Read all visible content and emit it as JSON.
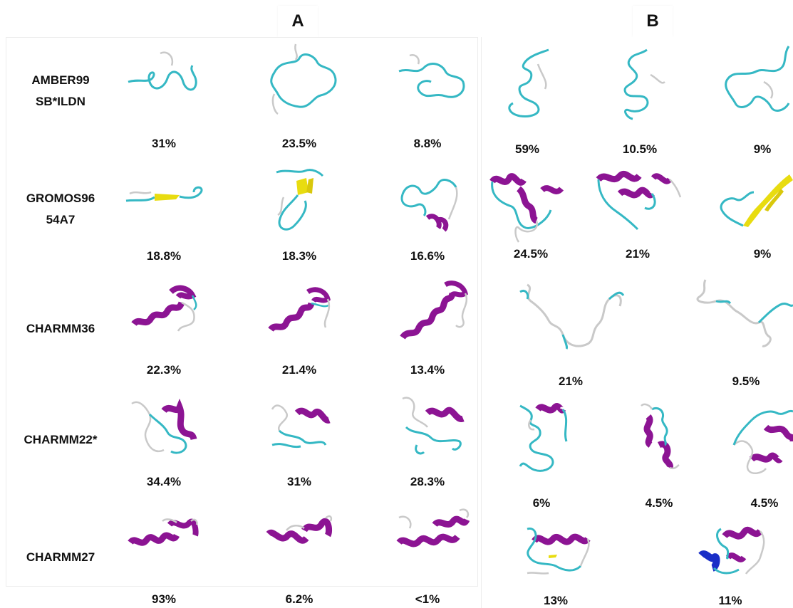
{
  "panels": {
    "a": "A",
    "b": "B"
  },
  "rows": [
    {
      "label_lines": [
        "AMBER99",
        "SB*ILDN"
      ]
    },
    {
      "label_lines": [
        "GROMOS96",
        "54A7"
      ]
    },
    {
      "label_lines": [
        "CHARMM36"
      ]
    },
    {
      "label_lines": [
        "CHARMM22*"
      ]
    },
    {
      "label_lines": [
        "CHARMM27"
      ]
    }
  ],
  "panel_a": [
    [
      "31%",
      "23.5%",
      "8.8%"
    ],
    [
      "18.8%",
      "18.3%",
      "16.6%"
    ],
    [
      "22.3%",
      "21.4%",
      "13.4%"
    ],
    [
      "34.4%",
      "31%",
      "28.3%"
    ],
    [
      "93%",
      "6.2%",
      "<1%"
    ]
  ],
  "panel_b": [
    [
      "59%",
      "10.5%",
      "9%"
    ],
    [
      "24.5%",
      "21%",
      "9%"
    ],
    [
      "21%",
      "9.5%"
    ],
    [
      "6%",
      "4.5%",
      "4.5%"
    ],
    [
      "13%",
      "11%"
    ]
  ],
  "colors": {
    "coil": "#35b8c4",
    "turn": "#c9c9c9",
    "helix": "#8c1493",
    "sheet": "#e8dc10",
    "helix310": "#1a2fc7"
  }
}
